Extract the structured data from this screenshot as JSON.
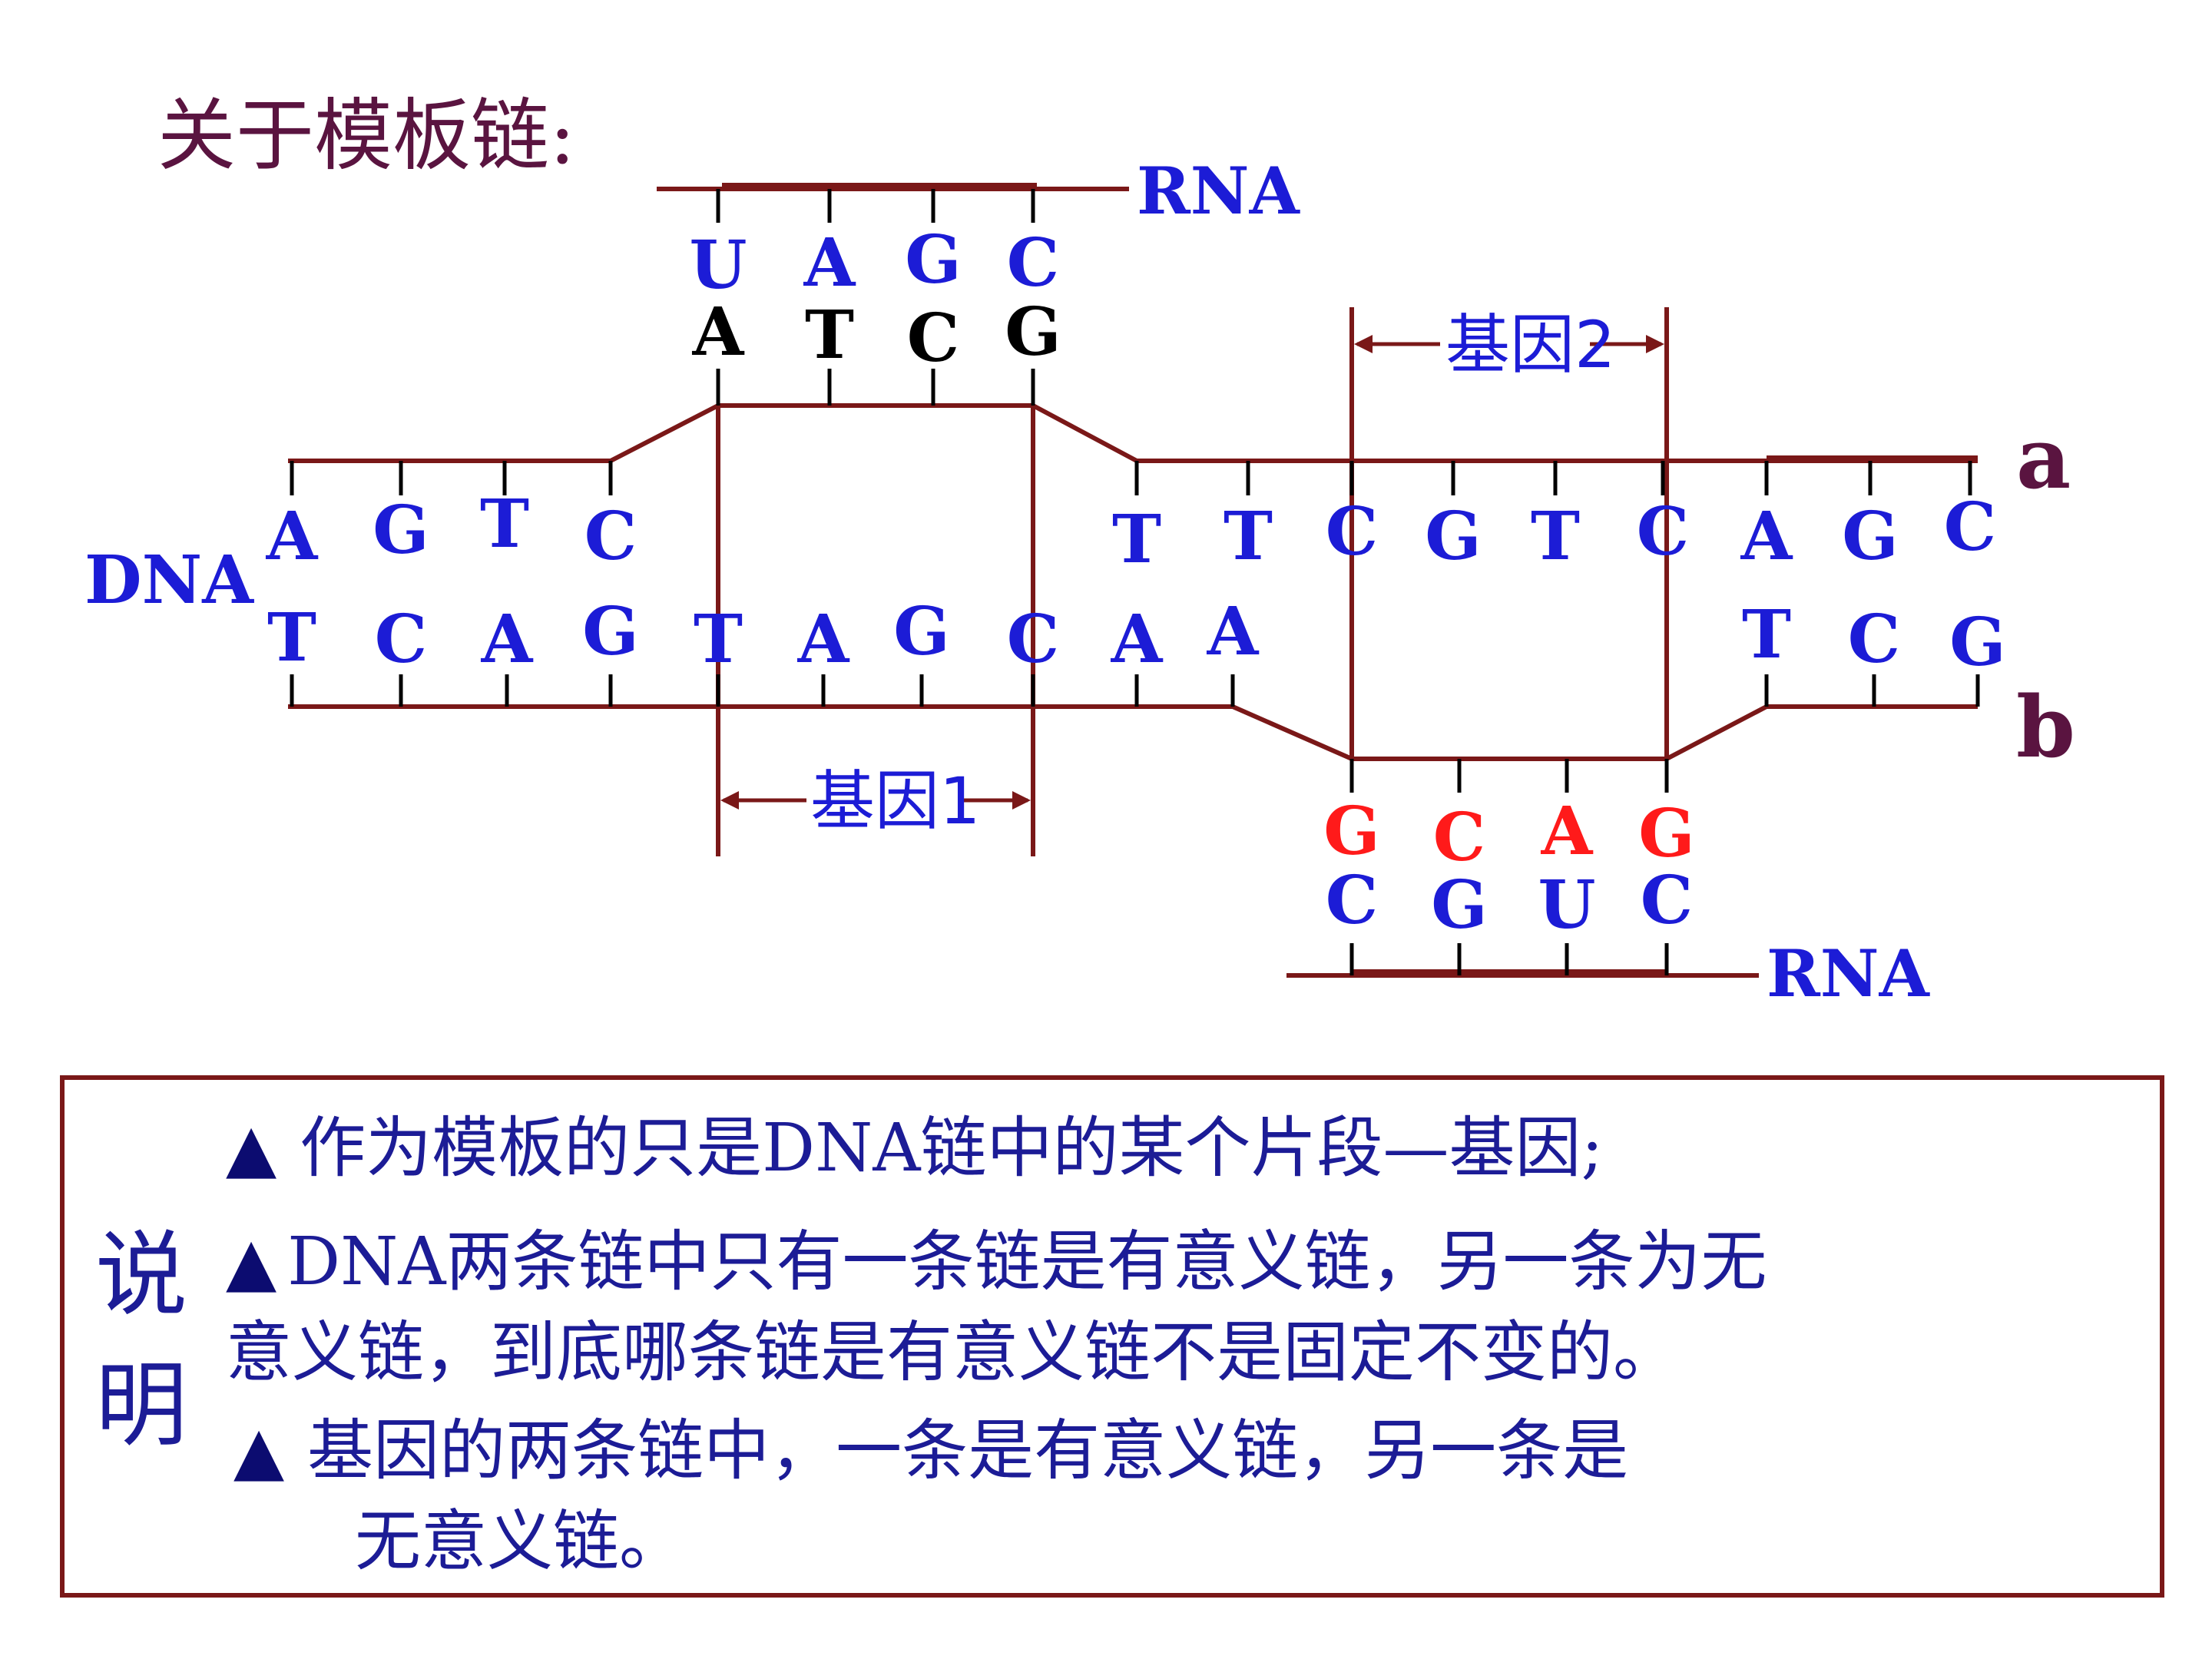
{
  "title": "关于模板链:",
  "labels": {
    "rna_top": "RNA",
    "rna_bottom": "RNA",
    "dna": "DNA",
    "strand_a": "a",
    "strand_b": "b",
    "gene1": "基因1",
    "gene2": "基因2"
  },
  "bases": {
    "strand_a_left": [
      "A",
      "G",
      "T",
      "C"
    ],
    "strand_a_right": [
      "T",
      "T",
      "C",
      "G",
      "T",
      "C",
      "A",
      "G",
      "C"
    ],
    "strand_b_left": [
      "T",
      "C",
      "A",
      "G",
      "T",
      "A",
      "G",
      "C",
      "A",
      "A"
    ],
    "strand_b_right": [
      "T",
      "C",
      "G"
    ],
    "gene1_template": [
      "A",
      "T",
      "C",
      "G"
    ],
    "rna_top": [
      "U",
      "A",
      "G",
      "C"
    ],
    "gene2_template": [
      "G",
      "C",
      "A",
      "G"
    ],
    "rna_bottom": [
      "C",
      "G",
      "U",
      "C"
    ]
  },
  "notes": {
    "heading": "说明",
    "bullet": "▲",
    "items": [
      "作为模板的只是DNA链中的某个片段—基因;",
      "DNA两条链中只有一条链是有意义链，另一条为无",
      "意义链，到底哪条链是有意义链不是固定不变的。",
      "基因的两条链中，一条是有意义链，另一条是",
      "无意义链。"
    ]
  },
  "colors": {
    "strand_line": "#7a1818",
    "base_blue": "#1c1cd6",
    "base_black": "#000000",
    "base_red": "#ff1a1a",
    "title_color": "#5a1440",
    "note_text": "#1c1c96"
  }
}
